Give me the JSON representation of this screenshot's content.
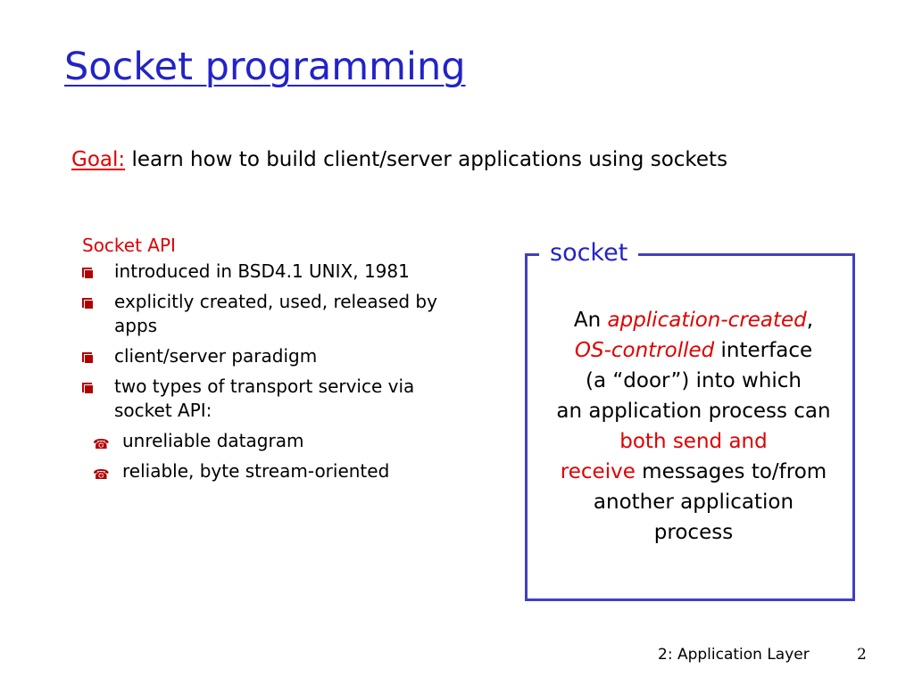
{
  "slide": {
    "title": "Socket programming",
    "goal_label": "Goal:",
    "goal_text": " learn how to build client/server applications using sockets"
  },
  "socket_api": {
    "heading": "Socket API",
    "bullets": [
      "introduced in BSD4.1 UNIX, 1981",
      "explicitly created, used, released by apps",
      "client/server paradigm",
      "two types of transport service via socket API:"
    ],
    "sub_bullets": [
      "unreliable datagram",
      "reliable, byte stream-oriented"
    ]
  },
  "socket_box": {
    "label": "socket",
    "t1": "An ",
    "t2": "application-created",
    "t3": ",",
    "t4": "OS-controlled",
    "t5": " interface",
    "t6": "(a “door”) into which",
    "t7": "an application process can",
    "t8": "both send and",
    "t9": "receive",
    "t10": " messages to/from",
    "t11": "another application",
    "t12": "process"
  },
  "footer": {
    "chapter": "2: Application Layer",
    "page_number": "2"
  },
  "colors": {
    "title_blue": "#2323c8",
    "highlight_red": "#e00000",
    "box_border": "#4040c0"
  },
  "icons": {
    "bullet_level1": "square-bullet-icon",
    "bullet_level2": "circle-bullet-icon"
  }
}
